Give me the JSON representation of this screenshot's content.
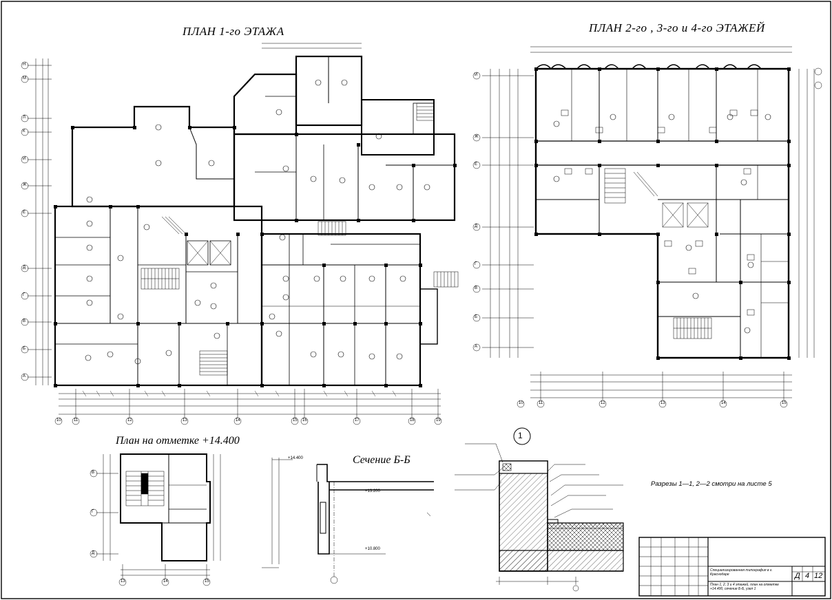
{
  "titles": {
    "plan_floor1": "ПЛАН 1-го ЭТАЖА",
    "plan_floor234": "ПЛАН 2-го , 3-го и 4-го ЭТАЖЕЙ",
    "plan_level": "План на отметке +14.400",
    "section_bb": "Сечение Б-Б",
    "node_number": "1"
  },
  "note": "Разрезы 1—1, 2—2 смотри на листе 5",
  "title_block": {
    "project": "Специализированная типография в г. Краснодаре",
    "sheet_desc": "План 1, 2, 3 и 4 этажей, план на отметке +14.400, сечение Б-Б, узел 1",
    "stage": "Д",
    "sheet": "4",
    "sheets": "12"
  },
  "axes_floor1_left": [
    "Н",
    "М",
    "Л",
    "К",
    "И",
    "Ж",
    "Е",
    "Д",
    "Г",
    "В",
    "Б",
    "А"
  ],
  "axes_floor1_bottom": [
    "10",
    "11",
    "12",
    "13",
    "14",
    "15",
    "16",
    "17",
    "18",
    "19"
  ],
  "axes_floor234_left": [
    "И",
    "Ж",
    "Е",
    "Д",
    "Г",
    "В",
    "Б",
    "А"
  ],
  "axes_floor234_bottom": [
    "10",
    "11",
    "12",
    "13",
    "14",
    "15"
  ],
  "axes_level_left": [
    "В",
    "Г",
    "Д"
  ],
  "axes_level_bottom": [
    "13",
    "14",
    "15"
  ],
  "levels": {
    "section_top": "+14.400",
    "section_mid": "+13.200",
    "section_low": "+10.800"
  },
  "colors": {
    "line": "#000000",
    "background": "#ffffff"
  }
}
